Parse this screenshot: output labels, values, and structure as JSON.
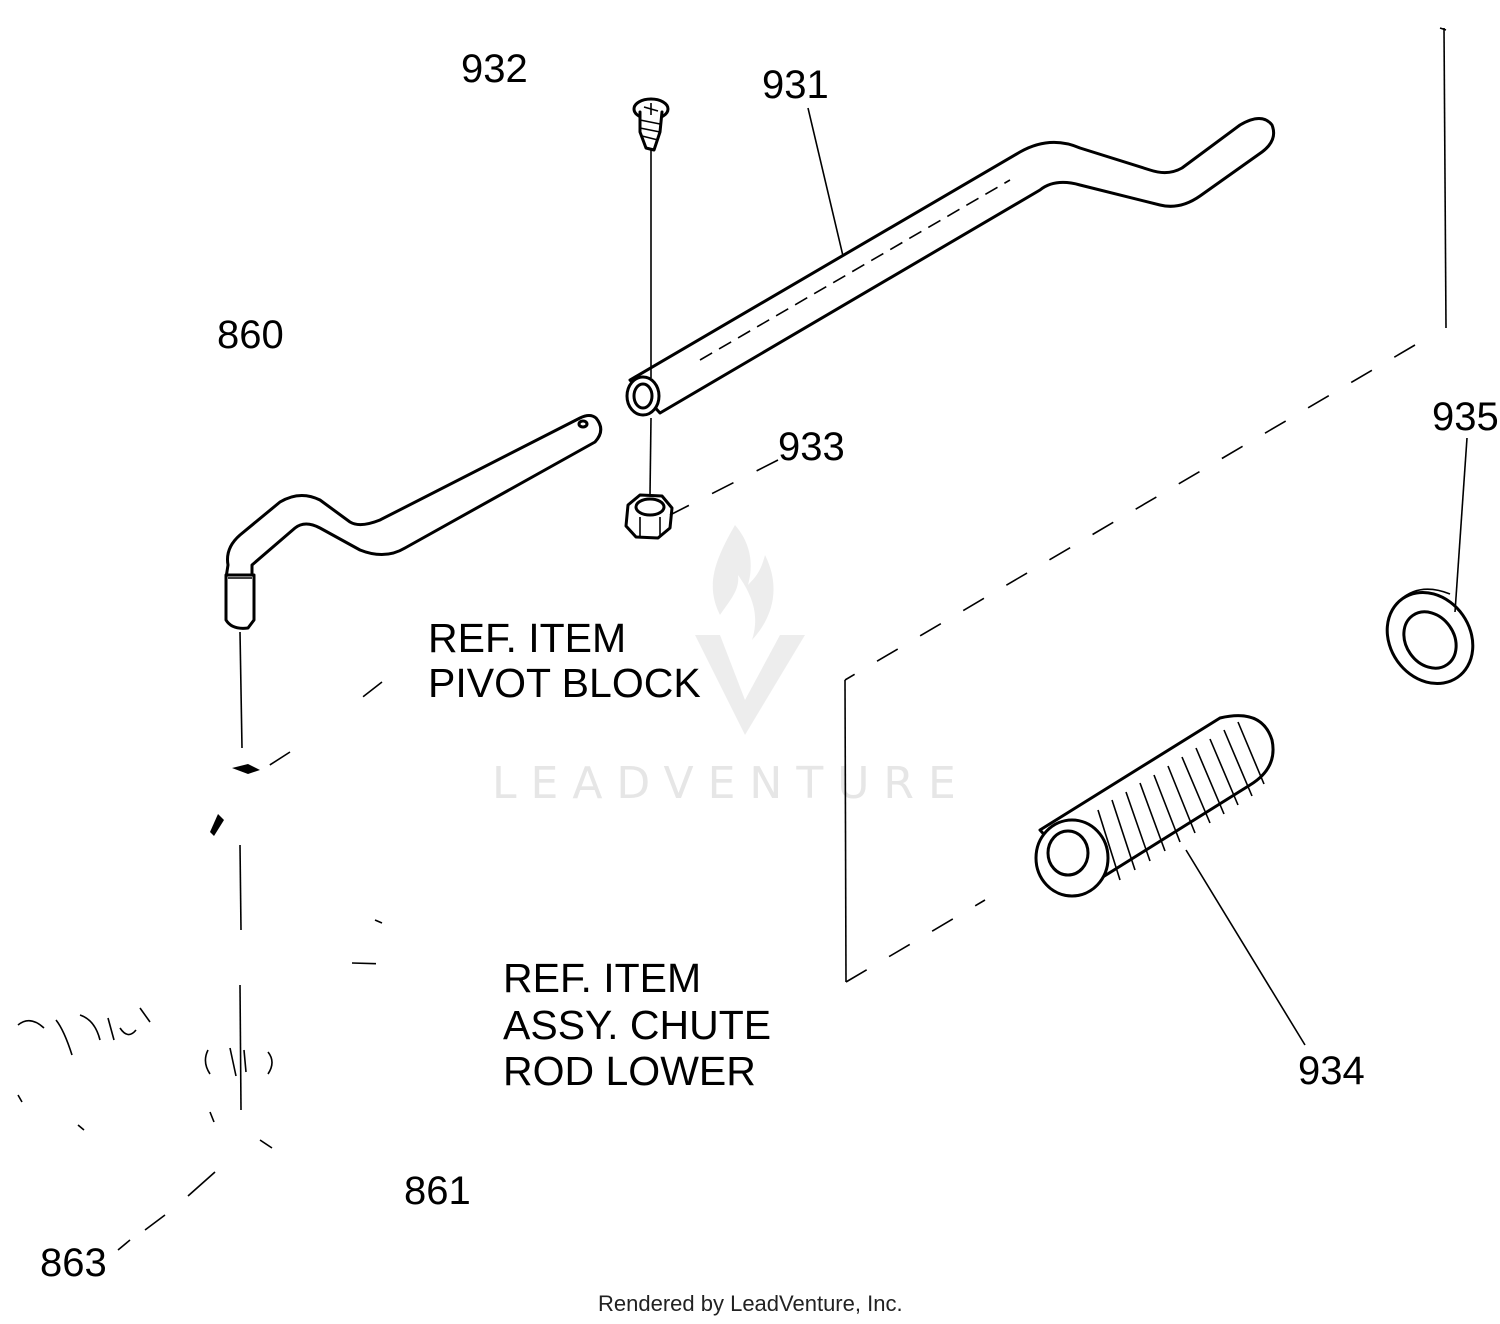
{
  "callouts": {
    "c860": "860",
    "c861": "861",
    "c863": "863",
    "c931": "931",
    "c932": "932",
    "c933": "933",
    "c934": "934",
    "c935": "935"
  },
  "ref_pivot": {
    "line1": "REF. ITEM",
    "line2": "PIVOT BLOCK"
  },
  "ref_chute": {
    "line1": "REF. ITEM",
    "line2": "ASSY. CHUTE",
    "line3": "ROD LOWER"
  },
  "watermark": "LEADVENTURE",
  "footer": "Rendered by LeadVenture, Inc."
}
